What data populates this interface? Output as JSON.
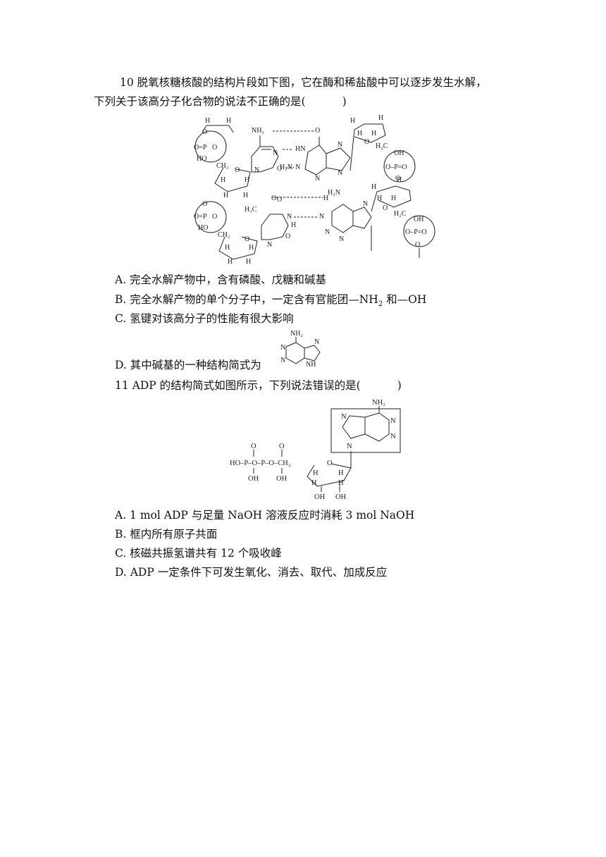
{
  "q10": {
    "line1": "10  脱氧核糖核酸的结构片段如下图，它在酶和稀盐酸中可以逐步发生水解，",
    "line2": "下列关于该高分子化合物的说法不正确的是(",
    "line2_end": ")",
    "options": {
      "a": "A.  完全水解产物中，含有磷酸、戊糖和碱基",
      "b_pre": "B.  完全水解产物的单个分子中，一定含有官能团—NH",
      "b_sub": "2",
      "b_post": " 和—OH",
      "c": "C.  氢键对该高分子的性能有很大影响",
      "d": "D.  其中碱基的一种结构简式为"
    },
    "figure_labels": {
      "nh2": "NH₂",
      "o": "O",
      "n": "N",
      "nh": "NH",
      "h": "H",
      "ch2": "CH₂",
      "h2c": "H₂C",
      "h3c": "H₃C",
      "oh": "OH",
      "p": "P",
      "ho": "HO",
      "h2n": "H₂N"
    }
  },
  "q11": {
    "stem": "11 ADP 的结构简式如图所示，下列说法错误的是(",
    "stem_end": ")",
    "options": {
      "a": "A. 1 mol ADP 与足量 NaOH 溶液反应时消耗 3 mol NaOH",
      "b": "B.  框内所有原子共面",
      "c": "C.  核磁共振氢谱共有 12 个吸收峰",
      "d": "D. ADP 一定条件下可发生氧化、消去、取代、加成反应"
    },
    "figure_labels": {
      "nh2": "NH₂",
      "n": "N",
      "o": "O",
      "p": "P",
      "ho": "HO",
      "oh": "OH",
      "h": "H",
      "ch2": "CH₂"
    }
  }
}
